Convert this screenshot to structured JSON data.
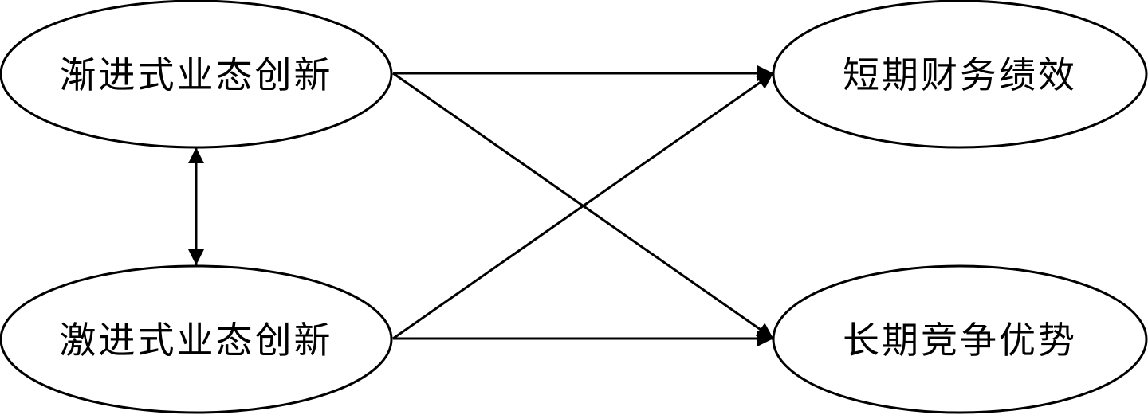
{
  "nodes": {
    "incremental_innovation": {
      "label": "渐进式业态创新"
    },
    "radical_innovation": {
      "label": "激进式业态创新"
    },
    "short_term_performance": {
      "label": "短期财务绩效"
    },
    "long_term_advantage": {
      "label": "长期竞争优势"
    }
  },
  "edges": [
    {
      "from": "incremental_innovation",
      "to": "short_term_performance",
      "direction": "forward"
    },
    {
      "from": "incremental_innovation",
      "to": "long_term_advantage",
      "direction": "forward"
    },
    {
      "from": "radical_innovation",
      "to": "short_term_performance",
      "direction": "forward"
    },
    {
      "from": "radical_innovation",
      "to": "long_term_advantage",
      "direction": "forward"
    },
    {
      "from": "incremental_innovation",
      "to": "radical_innovation",
      "direction": "both"
    }
  ],
  "colors": {
    "stroke": "#000000",
    "background": "#ffffff"
  }
}
